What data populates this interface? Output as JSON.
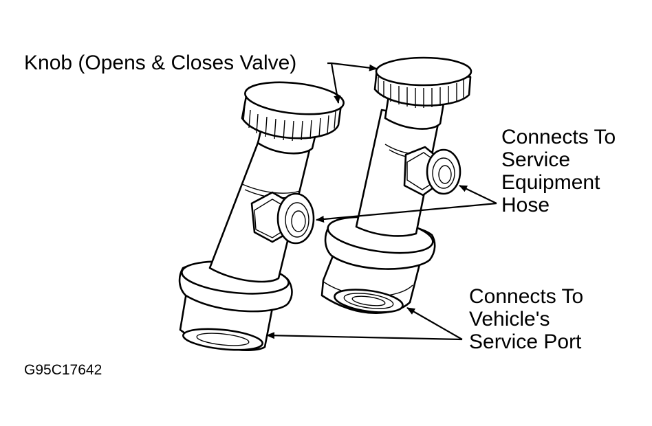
{
  "labels": {
    "knob": "Knob (Opens & Closes Valve)",
    "hose": [
      "Connects To",
      "Service",
      "Equipment",
      "Hose"
    ],
    "port": [
      "Connects To",
      "Vehicle's",
      "Service Port"
    ],
    "figure_code": "G95C17642"
  },
  "colors": {
    "line": "#000000",
    "background": "#ffffff"
  }
}
